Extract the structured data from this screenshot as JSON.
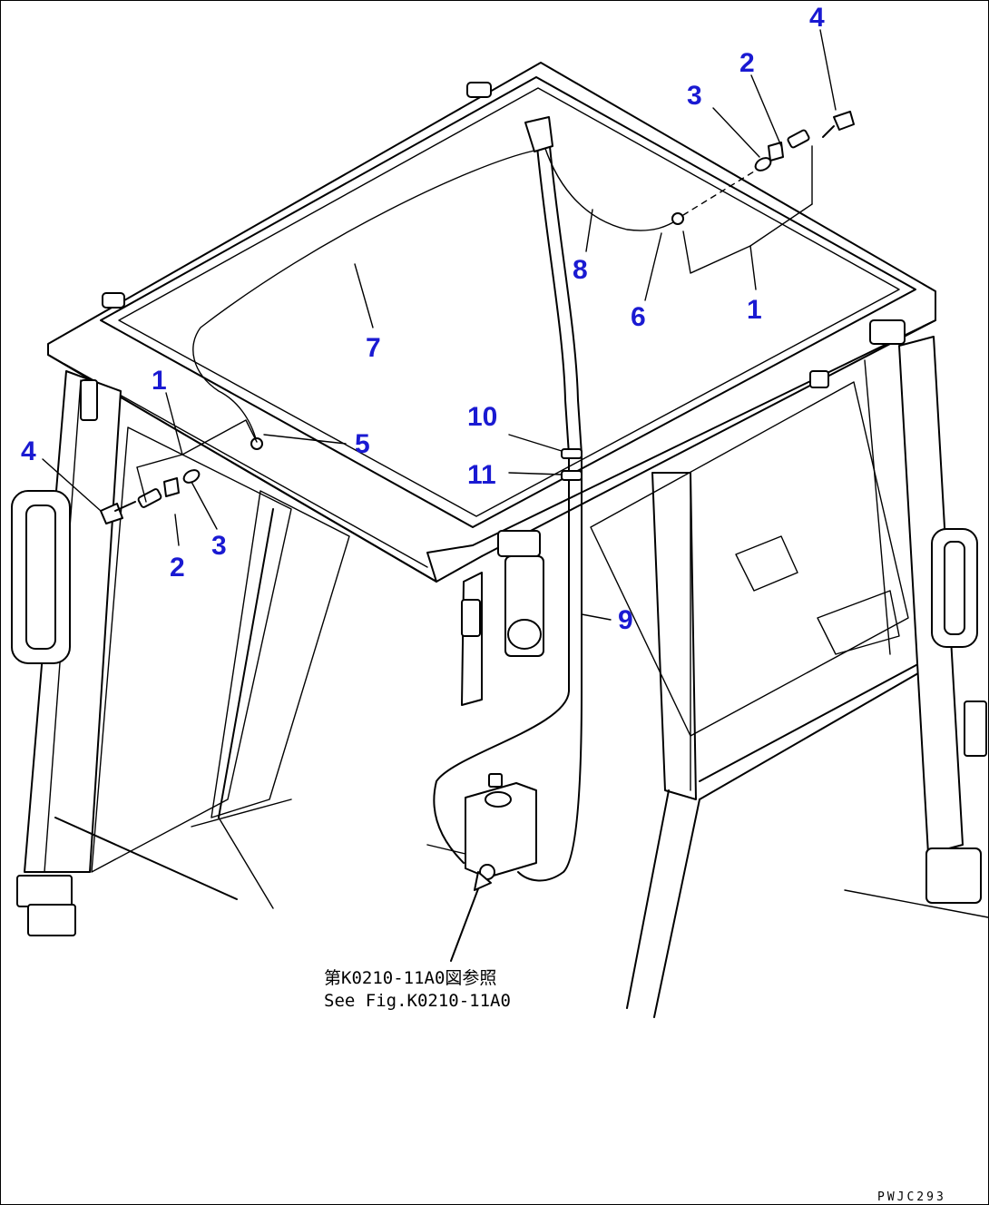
{
  "callouts": {
    "c1_right": "1",
    "c2_right": "2",
    "c3_right": "3",
    "c4_right": "4",
    "c6": "6",
    "c7": "7",
    "c8": "8",
    "c1_left": "1",
    "c4_left": "4",
    "c5": "5",
    "c2_left": "2",
    "c3_left": "3",
    "c10": "10",
    "c11": "11",
    "c9": "9"
  },
  "reference": {
    "japanese": "第K0210-11A0図参照",
    "english": "See Fig.K0210-11A0"
  },
  "drawing_code": "PWJC293"
}
